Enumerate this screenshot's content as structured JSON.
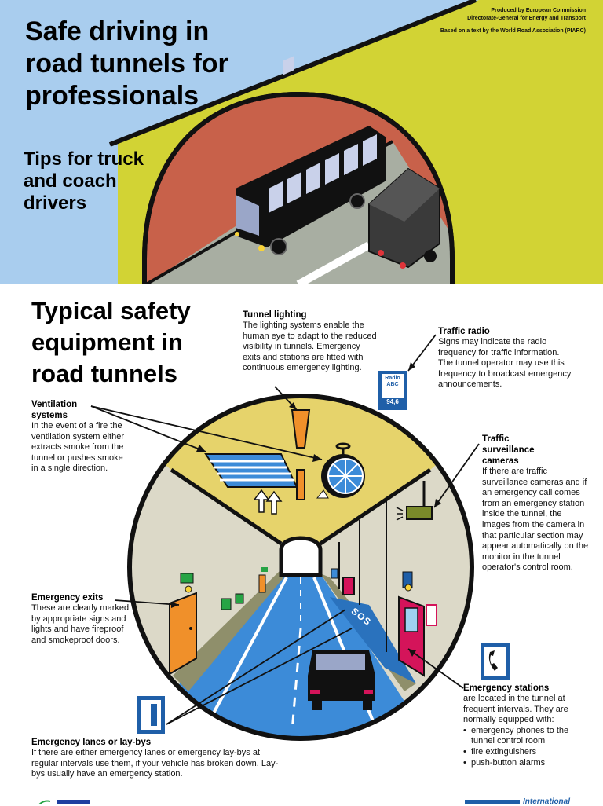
{
  "header": {
    "title": "Safe driving in road tunnels for professionals",
    "subtitle": "Tips for truck and coach drivers",
    "credits": [
      "Produced by European Commission",
      "Directorate-General for Energy and Transport",
      "Based on a text by the World Road Association (PIARC)"
    ]
  },
  "colors": {
    "sky": "#a9cdee",
    "grass": "#d2d334",
    "tunnel_wall": "#c8614a",
    "road": "#a8aea2",
    "ceiling": "#e6d36b",
    "walls": "#dcd9c8",
    "lane_blue": "#3c8bd8",
    "exit_orange": "#f0902a",
    "station_red": "#d4145a"
  },
  "section": {
    "title": "Typical safety equipment in road tunnels",
    "tunnel_lighting": {
      "label": "Tunnel lighting",
      "text": "The lighting systems enable the human eye to adapt to the reduced visibility in tunnels. Emergency exits and stations are fitted with continuous emergency lighting."
    },
    "traffic_radio": {
      "label": "Traffic radio",
      "text": "Signs may indicate the radio frequency for traffic information. The tunnel operator may use this frequency to broadcast emergency announcements.",
      "sign_line1": "Radio",
      "sign_line2": "ABC",
      "sign_freq": "94,6"
    },
    "ventilation": {
      "label": "Ventilation systems",
      "text": "In the event of a fire the ventilation system either extracts smoke from the tunnel or pushes smoke in a single direction."
    },
    "cameras": {
      "label": "Traffic surveillance cameras",
      "text": "If there are traffic surveillance cameras and if an emergency call comes from an emergency station inside the tunnel, the images from the camera in that particular section may appear automatically on the monitor in the tunnel operator's control room."
    },
    "exits": {
      "label": "Emergency exits",
      "text": "These are clearly marked by appropriate signs and lights and have fireproof and smokeproof doors."
    },
    "stations": {
      "label": "Emergency stations",
      "text": "are located in the tunnel at frequent intervals. They are normally equipped with:",
      "items": [
        "emergency phones to the tunnel control room",
        "fire extinguishers",
        "push-button alarms"
      ]
    },
    "laybys": {
      "label": "Emergency lanes or lay-bys",
      "text": "If there are either emergency lanes or emergency lay-bys at regular intervals use them, if your vehicle has broken down. Lay-bys usually have an emergency station."
    },
    "sos_marking": "SOS"
  },
  "footer": {
    "logo_text": "International"
  }
}
